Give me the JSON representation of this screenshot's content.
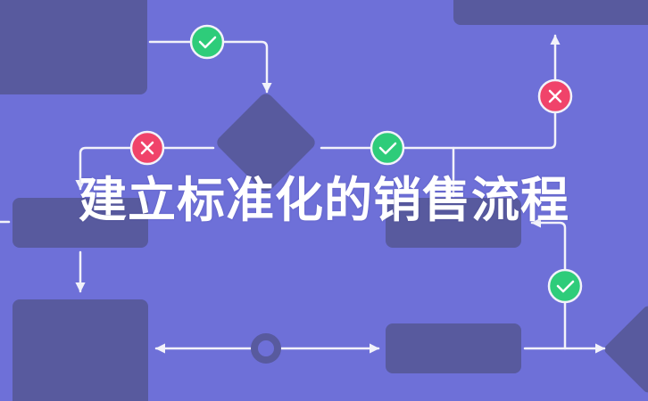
{
  "title": "建立标准化的销售流程",
  "colors": {
    "background": "#6E70D8",
    "node": "#585A9E",
    "line": "#F2F2FA",
    "approve": "#2ECC7A",
    "reject": "#F0436A"
  },
  "diagram": {
    "nodes": [
      {
        "id": "box-top-left",
        "shape": "rect"
      },
      {
        "id": "box-top-right",
        "shape": "rect"
      },
      {
        "id": "decision-diamond",
        "shape": "diamond"
      },
      {
        "id": "box-mid-left",
        "shape": "rect"
      },
      {
        "id": "box-mid-right",
        "shape": "rect"
      },
      {
        "id": "box-bottom-left",
        "shape": "rect"
      },
      {
        "id": "box-bottom-middle",
        "shape": "rect"
      },
      {
        "id": "decision-diamond-right",
        "shape": "diamond"
      },
      {
        "id": "junction-ring",
        "shape": "ring"
      }
    ],
    "badges": [
      {
        "id": "approve-1",
        "type": "check"
      },
      {
        "id": "reject-1",
        "type": "x"
      },
      {
        "id": "approve-2",
        "type": "check"
      },
      {
        "id": "reject-2",
        "type": "x"
      },
      {
        "id": "approve-3",
        "type": "check"
      }
    ]
  }
}
